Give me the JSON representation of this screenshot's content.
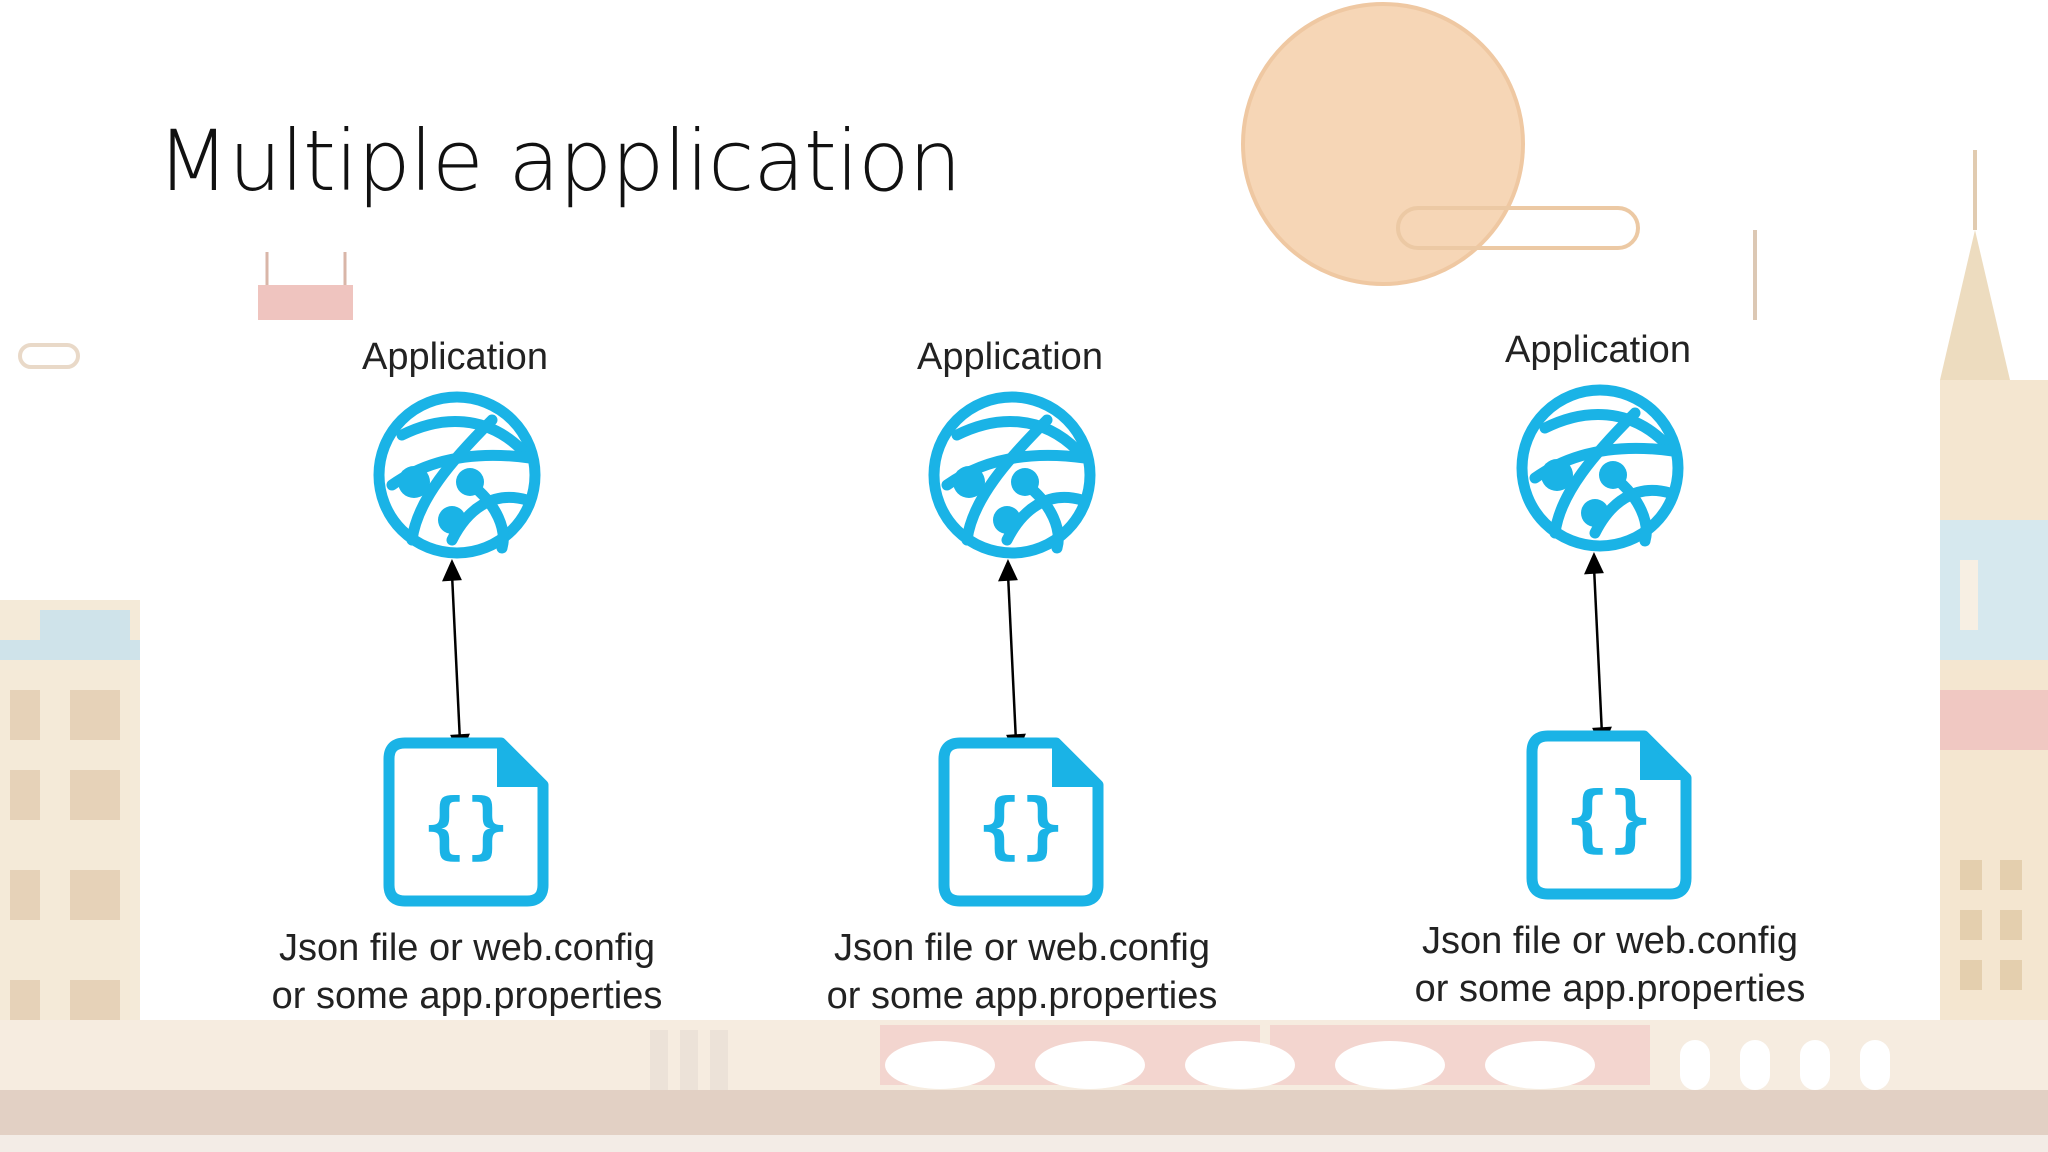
{
  "slide": {
    "title": "Multiple application"
  },
  "diagram": {
    "columns": [
      {
        "app_label": "Application",
        "file_label_line1": "Json file or web.config",
        "file_label_line2": "or some app.properties",
        "app_icon": "web-app-globe-icon",
        "file_icon": "json-file-icon"
      },
      {
        "app_label": "Application",
        "file_label_line1": "Json file or web.config",
        "file_label_line2": "or some app.properties",
        "app_icon": "web-app-globe-icon",
        "file_icon": "json-file-icon"
      },
      {
        "app_label": "Application",
        "file_label_line1": "Json file or web.config",
        "file_label_line2": "or some app.properties",
        "app_icon": "web-app-globe-icon",
        "file_icon": "json-file-icon"
      }
    ],
    "connector": "bidirectional-arrow"
  },
  "colors": {
    "icon_blue": "#1ab3e6",
    "arrow": "#000000",
    "sun": "#f2c9a0",
    "skyline_pale": "#f3e4cf"
  }
}
